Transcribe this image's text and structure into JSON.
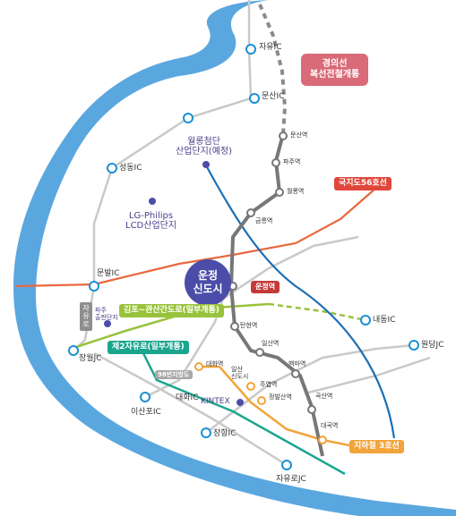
{
  "map": {
    "boxes": {
      "gyeongui_line": "경의선\n복선전철개통",
      "route56": "국지도56호선",
      "unjeong_station": "운정역",
      "gimpo_gwansan": "김포~관산간도로(일부개통)",
      "jayuro2": "제2자유로(일부개통)",
      "route98": "98번지방도",
      "subway3": "지하철 3호선",
      "jayuro_vertical": "자유로",
      "center_city": "운정\n신도시"
    },
    "labels": {
      "jayu_ic_top": "자유IC",
      "munsan_ic": "문산IC",
      "munsan_station": "문산역",
      "paju_station": "파주역",
      "wollong_station": "월롱역",
      "geumneung_station": "금릉역",
      "seongdong_ic": "성동IC",
      "wollong_industrial": "월롱첨단\n산업단지(예정)",
      "lg_philips": "LG-Philips\nLCD산업단지",
      "munbal_ic": "문발IC",
      "paju_publishing": "파주\n출판단지",
      "tanhyeon_station": "탄현역",
      "naedong_ic": "내동IC",
      "wondang_jc": "원당JC",
      "janghwol_jc": "장월JC",
      "ilsan_station": "일산역",
      "baengma_station": "백마역",
      "daehwa_station": "대화역",
      "ilsan_newtown": "일산\n신도시",
      "juyeop_station": "주엽역",
      "jeongbalsan_station": "정발산역",
      "gogsan_station": "곡산역",
      "daehwa_ic": "대화IC",
      "isanpo_ic": "이산포IC",
      "kintex": "KINTEX",
      "daegok_station": "대곡역",
      "janghang_ic": "장항IC",
      "jayu_jc": "자유로JC"
    }
  }
}
